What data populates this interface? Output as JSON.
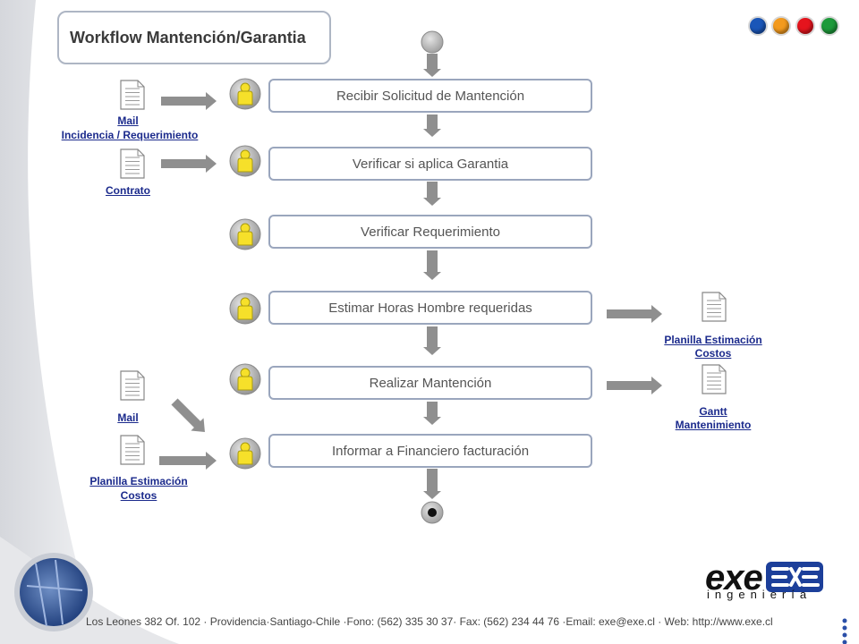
{
  "title": "Workflow Mantención/Garantia",
  "palette": [
    "#1a56b8",
    "#f39a1e",
    "#e5141d",
    "#1d9a3a"
  ],
  "steps": [
    "Recibir Solicitud de Mantención",
    "Verificar si aplica Garantia",
    "Verificar Requerimiento",
    "Estimar Horas Hombre requeridas",
    "Realizar Mantención",
    "Informar a Financiero facturación"
  ],
  "inputs": {
    "mail_1": "Mail",
    "incidencia": "Incidencia / Requerimiento",
    "contrato": "Contrato",
    "mail_2": "Mail",
    "planilla_in_1": "Planilla Estimación",
    "planilla_in_2": "Costos"
  },
  "outputs": {
    "planilla_out_1": "Planilla Estimación",
    "planilla_out_2": "Costos",
    "gantt_1": "Gantt",
    "gantt_2": "Mantenimiento"
  },
  "logo": {
    "name": "exe",
    "tagline": "ingeniería"
  },
  "footer": "Los Leones 382 Of. 102 · Providencia·Santiago-Chile ·Fono: (562) 335 30 37· Fax: (562) 234 44 76 ·Email: exe@exe.cl · Web: http://www.exe.cl"
}
